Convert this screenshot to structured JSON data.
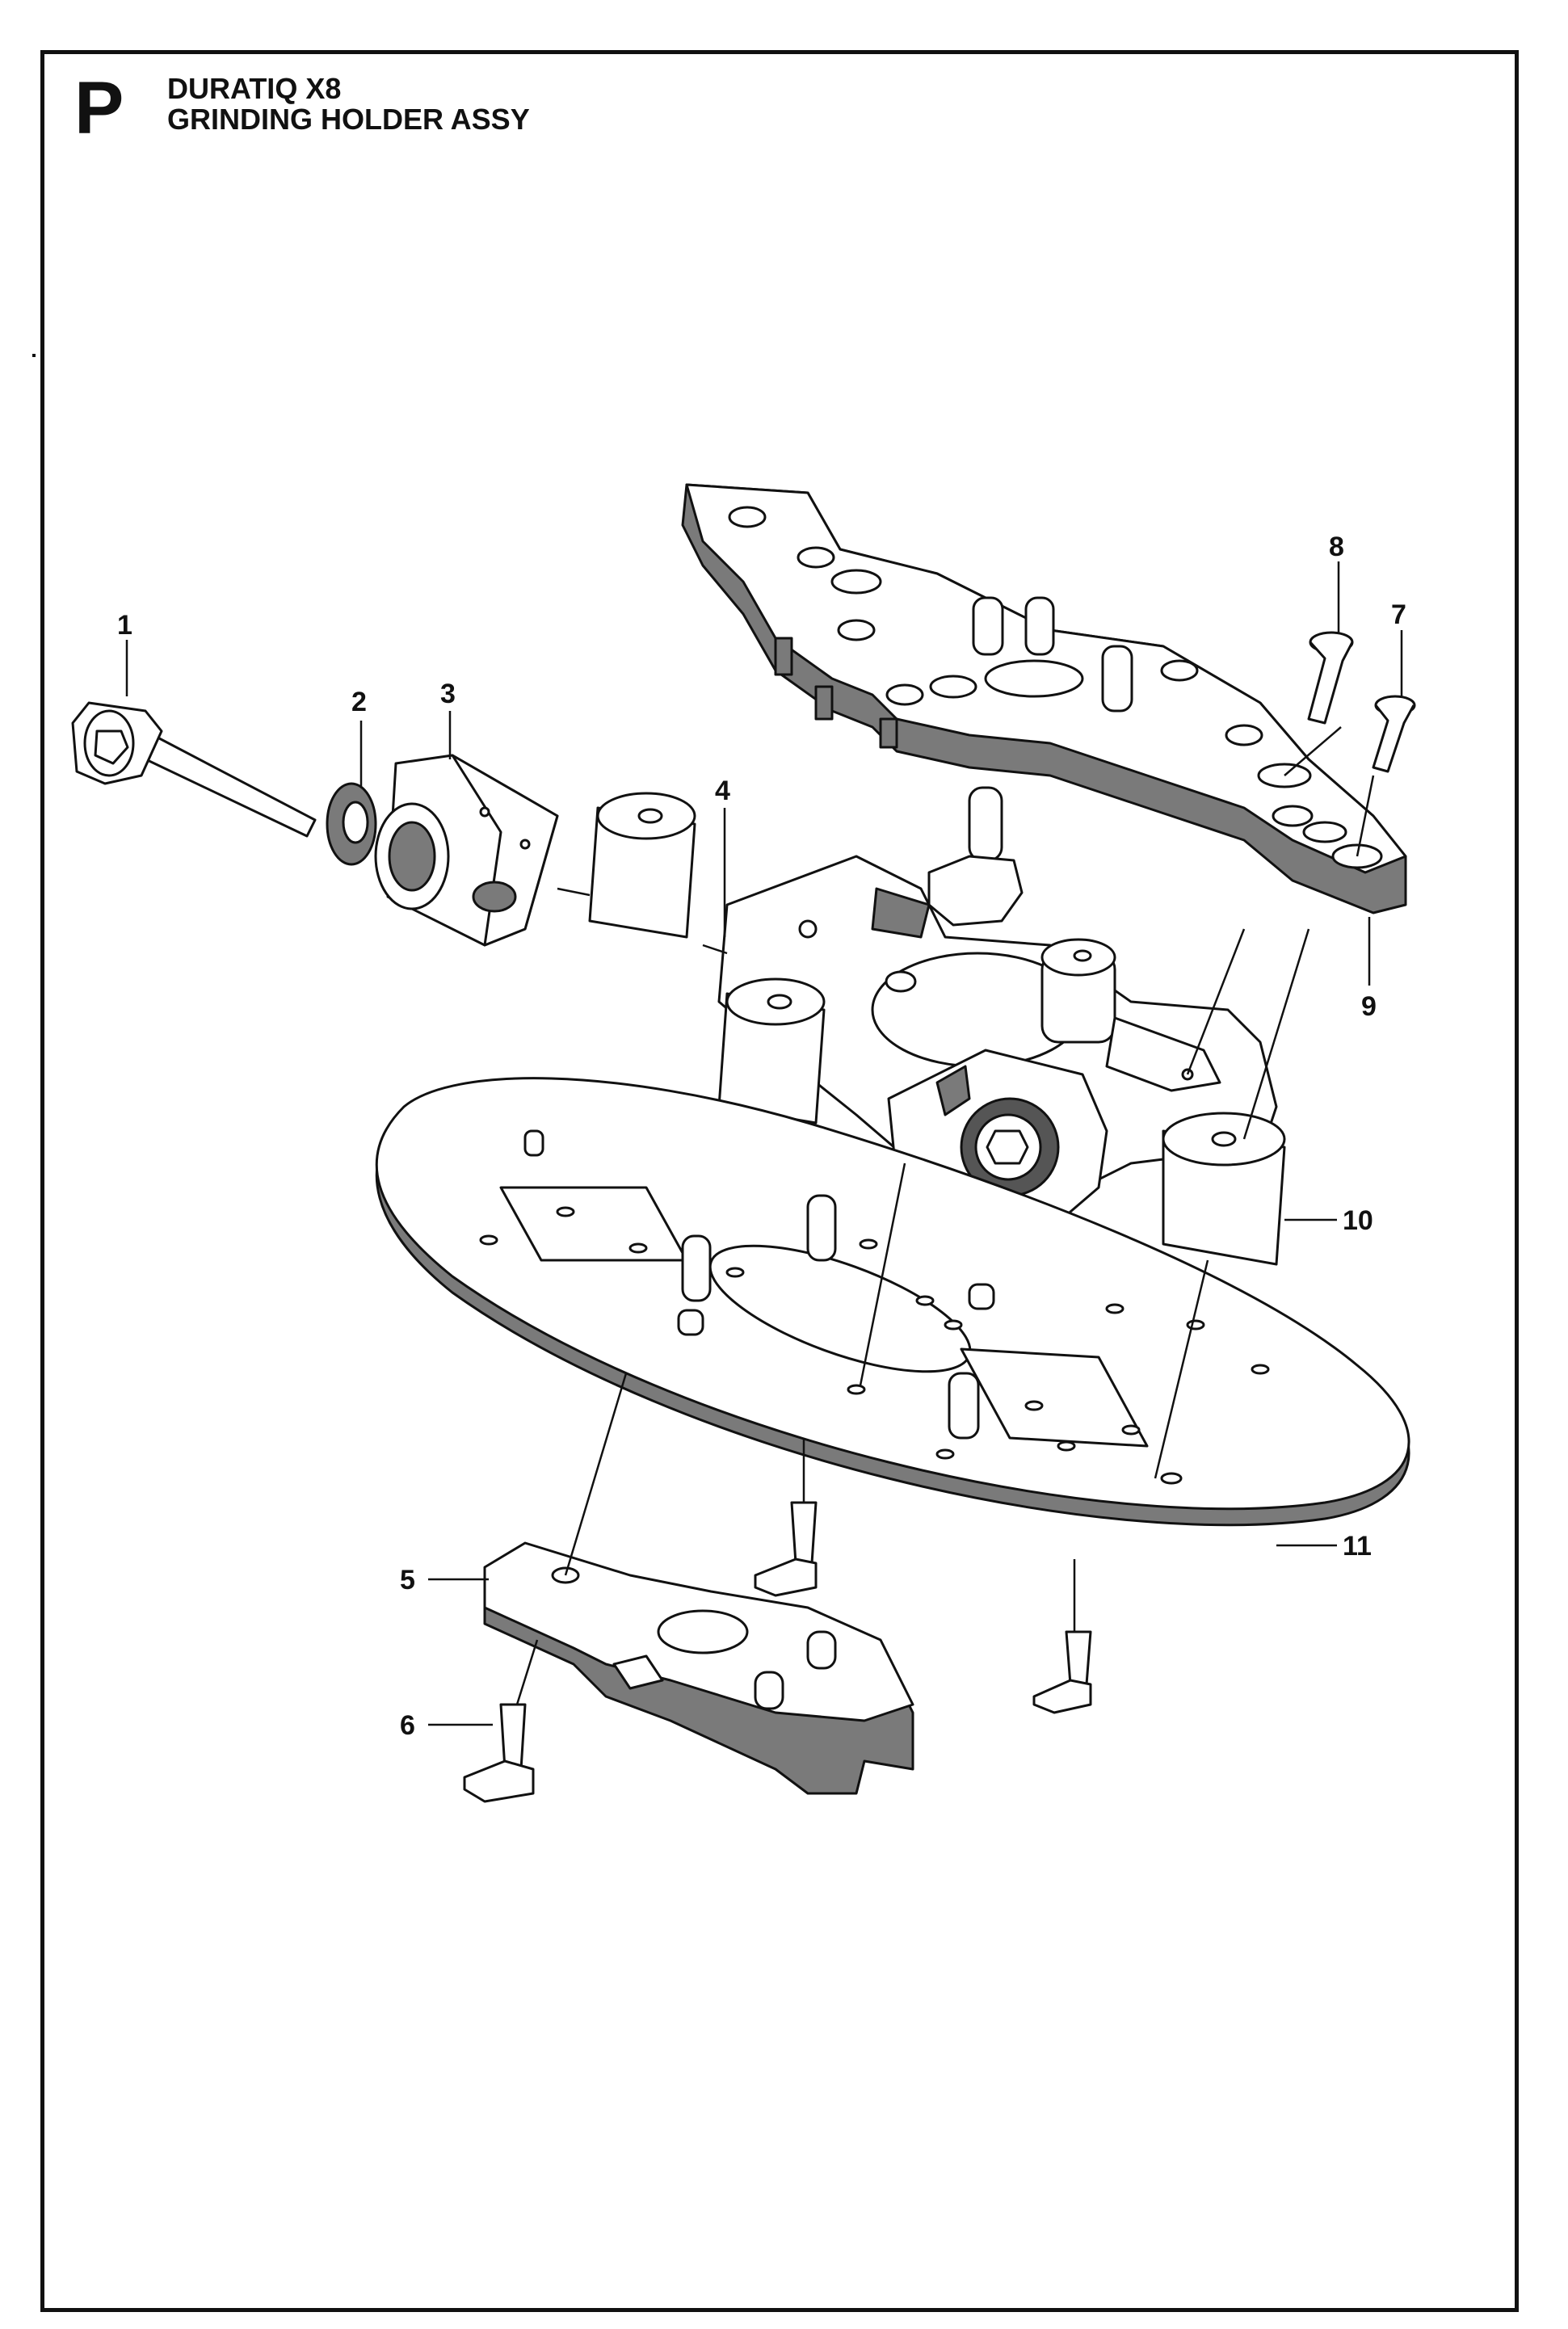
{
  "header": {
    "section_letter": "P",
    "model": "DURATIQ X8",
    "assembly": "GRINDING HOLDER ASSY"
  },
  "callouts": [
    {
      "id": "1",
      "label": "1"
    },
    {
      "id": "2",
      "label": "2"
    },
    {
      "id": "3",
      "label": "3"
    },
    {
      "id": "4",
      "label": "4"
    },
    {
      "id": "5",
      "label": "5"
    },
    {
      "id": "6",
      "label": "6"
    },
    {
      "id": "7",
      "label": "7"
    },
    {
      "id": "8",
      "label": "8"
    },
    {
      "id": "9",
      "label": "9"
    },
    {
      "id": "10",
      "label": "10"
    },
    {
      "id": "11",
      "label": "11"
    }
  ]
}
